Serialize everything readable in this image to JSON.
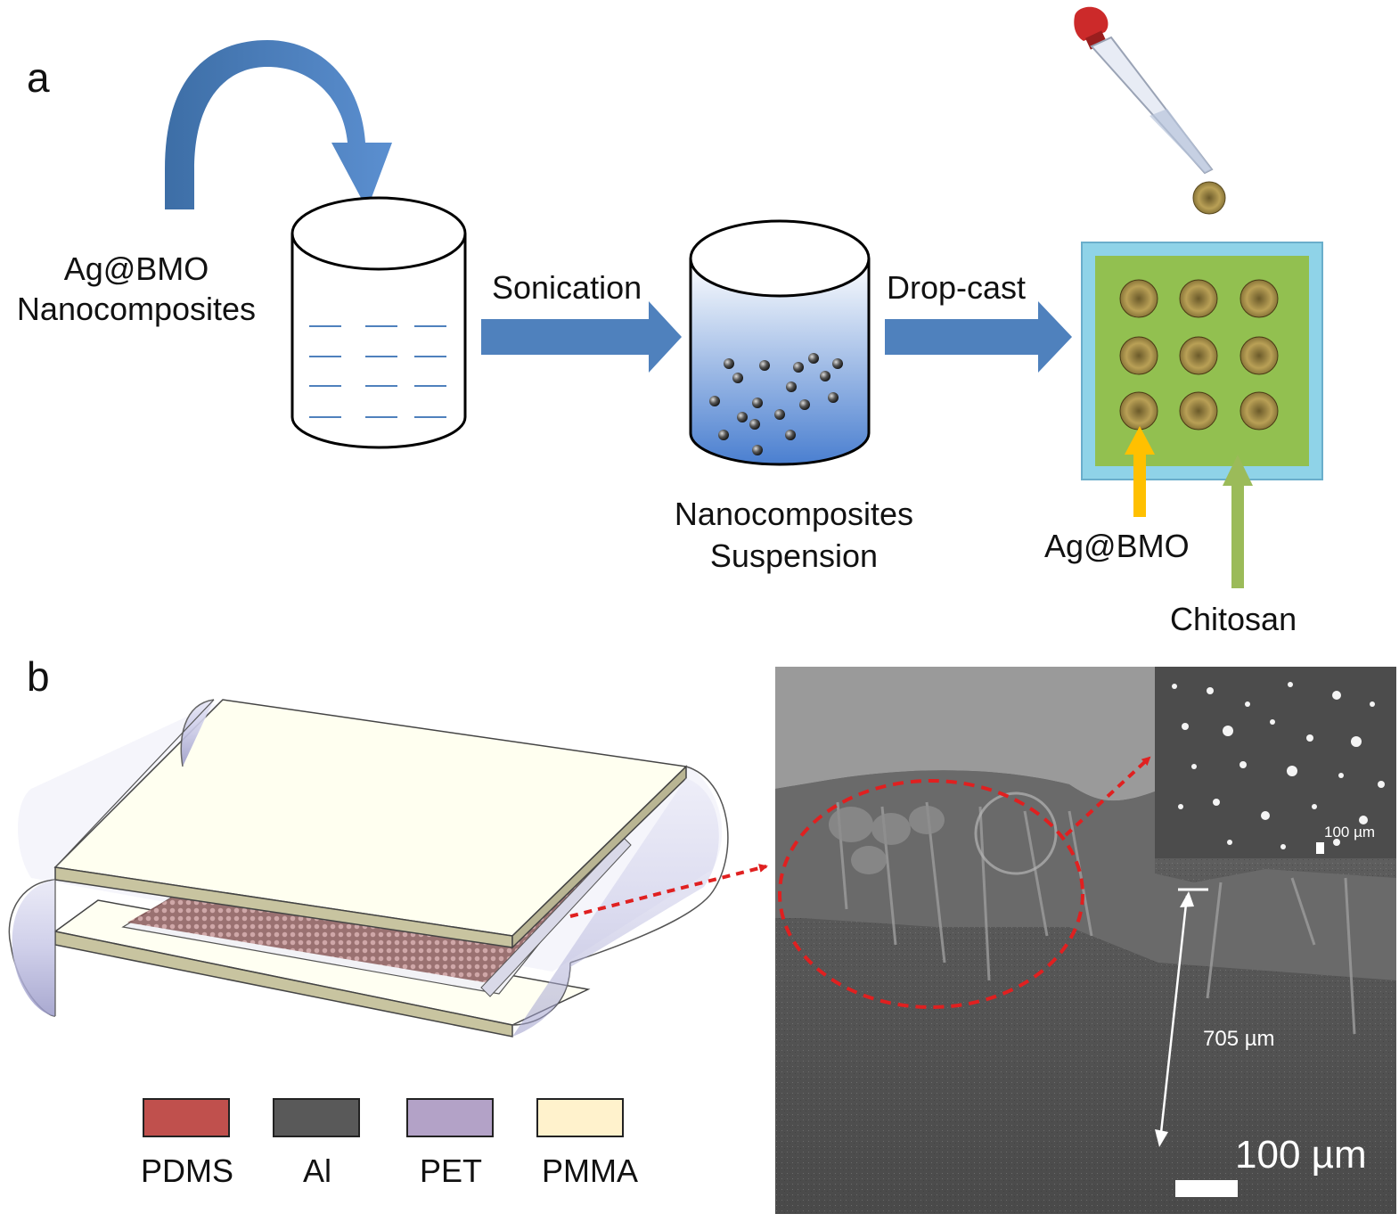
{
  "panel_a": {
    "letter": "a",
    "input_label_line1": "Ag@BMO",
    "input_label_line2": "Nanocomposites",
    "step1_label": "Sonication",
    "step2_label": "Drop-cast",
    "suspension_label_line1": "Nanocomposites",
    "suspension_label_line2": "Suspension",
    "agbmo_arrow_label": "Ag@BMO",
    "chitosan_arrow_label": "Chitosan"
  },
  "panel_b": {
    "letter": "b",
    "legend": [
      {
        "label": "PDMS",
        "color": "#c0504d"
      },
      {
        "label": "Al",
        "color": "#595959"
      },
      {
        "label": "PET",
        "color": "#b3a2c7"
      },
      {
        "label": "PMMA",
        "color": "#fff2cc"
      }
    ],
    "sem": {
      "inset_scale": "100 µm",
      "thickness_label": "705 µm",
      "scale_bar_label": "100 µm"
    }
  },
  "colors": {
    "arrow_blue": "#4f81bd",
    "substrate_green": "#92c050",
    "substrate_frame": "#8fd3e8",
    "yellow_arrow": "#ffc000",
    "green_arrow": "#9bbb59",
    "callout_red": "#e02020"
  }
}
